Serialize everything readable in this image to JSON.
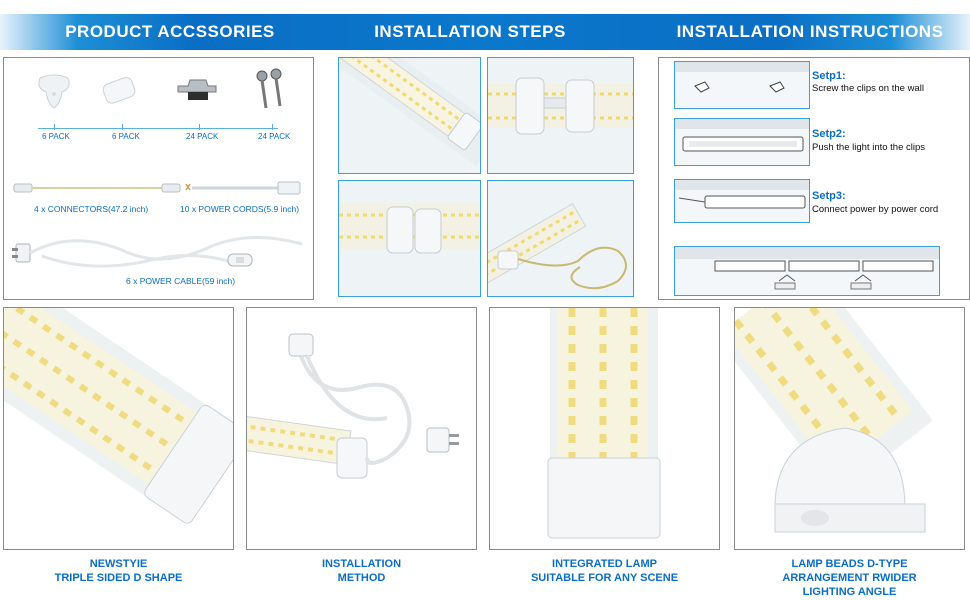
{
  "banner": {
    "accessories_title": "PRODUCT ACCSSORIES",
    "steps_title": "INSTALLATION STEPS",
    "instructions_title": "INSTALLATION INSTRUCTIONS"
  },
  "accessories": {
    "packs": [
      "6 PACK",
      "6 PACK",
      "24 PACK",
      "24 PACK"
    ],
    "connectors": "4 x CONNECTORS(47.2 inch)",
    "power_cords": "10 x POWER CORDS(5.9 inch)",
    "power_cable": "6 x POWER CABLE(59 inch)"
  },
  "instructions": [
    {
      "step": "Setp1:",
      "text": "Screw the clips on the wall"
    },
    {
      "step": "Setp2:",
      "text": "Push the light into the clips"
    },
    {
      "step": "Setp3:",
      "text": "Connect power by power cord"
    }
  ],
  "captions": [
    {
      "line1": "NEWSTYIE",
      "line2": "TRIPLE SIDED D SHAPE",
      "line3": ""
    },
    {
      "line1": "INSTALLATION",
      "line2": "METHOD",
      "line3": ""
    },
    {
      "line1": "INTEGRATED LAMP",
      "line2": "SUITABLE FOR ANY SCENE",
      "line3": ""
    },
    {
      "line1": "LAMP BEADS D-TYPE",
      "line2": "ARRANGEMENT RWIDER",
      "line3": "LIGHTING ANGLE"
    }
  ],
  "colors": {
    "brand_blue": "#0a6ec4",
    "frame_blue": "#3aa0d8",
    "led_yellow": "#f2e6a0"
  }
}
